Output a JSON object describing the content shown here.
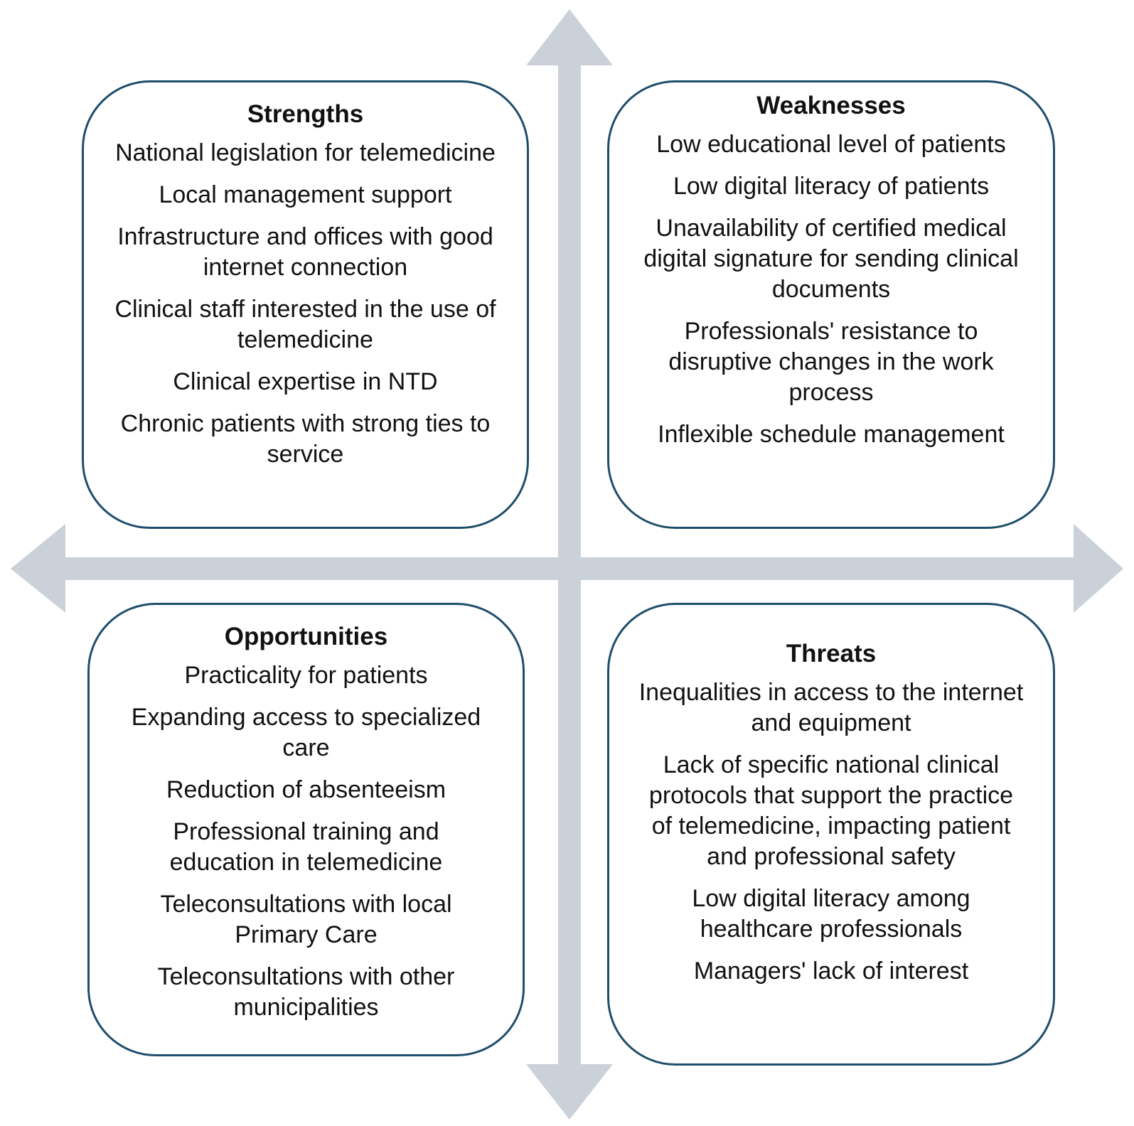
{
  "quadrants": {
    "strengths": {
      "title": "Strengths",
      "items": [
        "National legislation for telemedicine",
        "Local management support",
        "Infrastructure and offices with good internet connection",
        "Clinical staff interested in the use of telemedicine",
        "Clinical expertise in NTD",
        "Chronic patients with strong ties to service"
      ]
    },
    "weaknesses": {
      "title": "Weaknesses",
      "items": [
        "Low educational level of patients",
        "Low digital literacy of patients",
        "Unavailability of certified medical digital signature for sending clinical documents",
        "Professionals' resistance to disruptive changes in the work process",
        "Inflexible schedule management"
      ]
    },
    "opportunities": {
      "title": "Opportunities",
      "items": [
        "Practicality for patients",
        "Expanding access to specialized care",
        "Reduction of absenteeism",
        "Professional training and education in telemedicine",
        "Teleconsultations with local Primary Care",
        "Teleconsultations with other municipalities"
      ]
    },
    "threats": {
      "title": "Threats",
      "items": [
        "Inequalities in access to the internet and equipment",
        "Lack of specific national clinical protocols that support the practice of telemedicine, impacting patient and professional safety",
        "Low digital literacy among healthcare professionals",
        "Managers' lack of interest"
      ]
    }
  },
  "colors": {
    "arrow": "#cbd1d9",
    "box_border": "#1f4e6b",
    "text": "#111111"
  }
}
